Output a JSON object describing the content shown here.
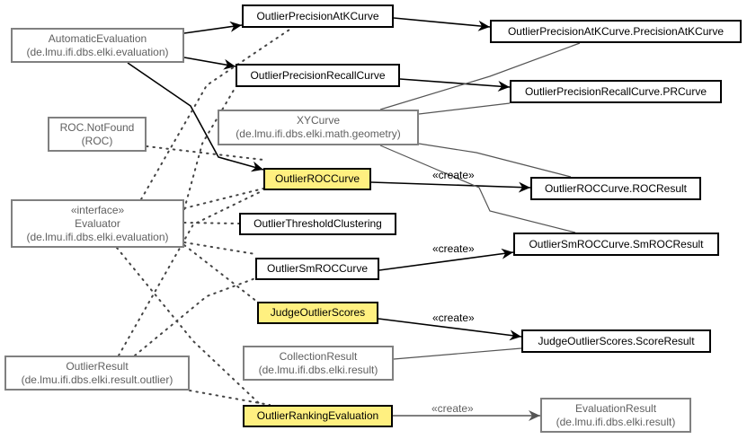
{
  "diagram": {
    "type": "uml-class-diagram",
    "colors": {
      "highlight_fill": "#fff080",
      "external_border": "#808080",
      "external_text": "#606060",
      "edge_dark": "#000000",
      "edge_grey": "#555555"
    },
    "nodes": {
      "automatic_evaluation": {
        "lines": [
          "AutomaticEvaluation",
          "(de.lmu.ifi.dbs.elki.evaluation)"
        ],
        "style": "external"
      },
      "roc_notfound": {
        "lines": [
          "ROC.NotFound",
          "(ROC)"
        ],
        "style": "external"
      },
      "evaluator": {
        "lines": [
          "«interface»",
          "Evaluator",
          "(de.lmu.ifi.dbs.elki.evaluation)"
        ],
        "style": "external"
      },
      "outlier_result": {
        "lines": [
          "OutlierResult",
          "(de.lmu.ifi.dbs.elki.result.outlier)"
        ],
        "style": "external"
      },
      "precision_at_k_curve": {
        "lines": [
          "OutlierPrecisionAtKCurve"
        ],
        "style": "plain"
      },
      "precision_recall_curve": {
        "lines": [
          "OutlierPrecisionRecallCurve"
        ],
        "style": "plain"
      },
      "xycurve": {
        "lines": [
          "XYCurve",
          "(de.lmu.ifi.dbs.elki.math.geometry)"
        ],
        "style": "external"
      },
      "roc_curve": {
        "lines": [
          "OutlierROCCurve"
        ],
        "style": "highlight"
      },
      "threshold_clustering": {
        "lines": [
          "OutlierThresholdClustering"
        ],
        "style": "plain"
      },
      "smroc_curve": {
        "lines": [
          "OutlierSmROCCurve"
        ],
        "style": "plain"
      },
      "judge_outlier_scores": {
        "lines": [
          "JudgeOutlierScores"
        ],
        "style": "highlight"
      },
      "collection_result": {
        "lines": [
          "CollectionResult",
          "(de.lmu.ifi.dbs.elki.result)"
        ],
        "style": "external"
      },
      "ranking_evaluation": {
        "lines": [
          "OutlierRankingEvaluation"
        ],
        "style": "highlight"
      },
      "precision_at_k_result": {
        "lines": [
          "OutlierPrecisionAtKCurve.PrecisionAtKCurve"
        ],
        "style": "plain"
      },
      "pr_curve_result": {
        "lines": [
          "OutlierPrecisionRecallCurve.PRCurve"
        ],
        "style": "plain"
      },
      "roc_result": {
        "lines": [
          "OutlierROCCurve.ROCResult"
        ],
        "style": "plain"
      },
      "smroc_result": {
        "lines": [
          "OutlierSmROCCurve.SmROCResult"
        ],
        "style": "plain"
      },
      "score_result": {
        "lines": [
          "JudgeOutlierScores.ScoreResult"
        ],
        "style": "plain"
      },
      "evaluation_result": {
        "lines": [
          "EvaluationResult",
          "(de.lmu.ifi.dbs.elki.result)"
        ],
        "style": "external"
      }
    },
    "edges": [
      {
        "from": "automatic_evaluation",
        "to": "precision_at_k_curve",
        "kind": "association"
      },
      {
        "from": "automatic_evaluation",
        "to": "precision_recall_curve",
        "kind": "association"
      },
      {
        "from": "automatic_evaluation",
        "to": "roc_curve",
        "kind": "association"
      },
      {
        "from": "roc_notfound",
        "to": "roc_curve",
        "kind": "dependency"
      },
      {
        "from": "evaluator",
        "to": "precision_at_k_curve",
        "kind": "realization"
      },
      {
        "from": "evaluator",
        "to": "precision_recall_curve",
        "kind": "realization"
      },
      {
        "from": "evaluator",
        "to": "roc_curve",
        "kind": "realization"
      },
      {
        "from": "evaluator",
        "to": "threshold_clustering",
        "kind": "realization"
      },
      {
        "from": "evaluator",
        "to": "smroc_curve",
        "kind": "realization"
      },
      {
        "from": "evaluator",
        "to": "judge_outlier_scores",
        "kind": "realization"
      },
      {
        "from": "evaluator",
        "to": "ranking_evaluation",
        "kind": "realization"
      },
      {
        "from": "outlier_result",
        "to": "roc_curve",
        "kind": "dependency"
      },
      {
        "from": "outlier_result",
        "to": "smroc_curve",
        "kind": "dependency"
      },
      {
        "from": "outlier_result",
        "to": "ranking_evaluation",
        "kind": "dependency"
      },
      {
        "from": "precision_at_k_curve",
        "to": "precision_at_k_result",
        "kind": "association"
      },
      {
        "from": "precision_recall_curve",
        "to": "pr_curve_result",
        "kind": "association"
      },
      {
        "from": "roc_curve",
        "to": "roc_result",
        "kind": "create",
        "label": "«create»"
      },
      {
        "from": "smroc_curve",
        "to": "smroc_result",
        "kind": "create",
        "label": "«create»"
      },
      {
        "from": "judge_outlier_scores",
        "to": "score_result",
        "kind": "create",
        "label": "«create»"
      },
      {
        "from": "ranking_evaluation",
        "to": "evaluation_result",
        "kind": "create-grey",
        "label": "«create»"
      },
      {
        "from": "xycurve",
        "to": "precision_at_k_result",
        "kind": "generalization"
      },
      {
        "from": "xycurve",
        "to": "pr_curve_result",
        "kind": "generalization"
      },
      {
        "from": "xycurve",
        "to": "roc_result",
        "kind": "generalization"
      },
      {
        "from": "xycurve",
        "to": "smroc_result",
        "kind": "generalization"
      },
      {
        "from": "collection_result",
        "to": "score_result",
        "kind": "generalization"
      }
    ]
  }
}
